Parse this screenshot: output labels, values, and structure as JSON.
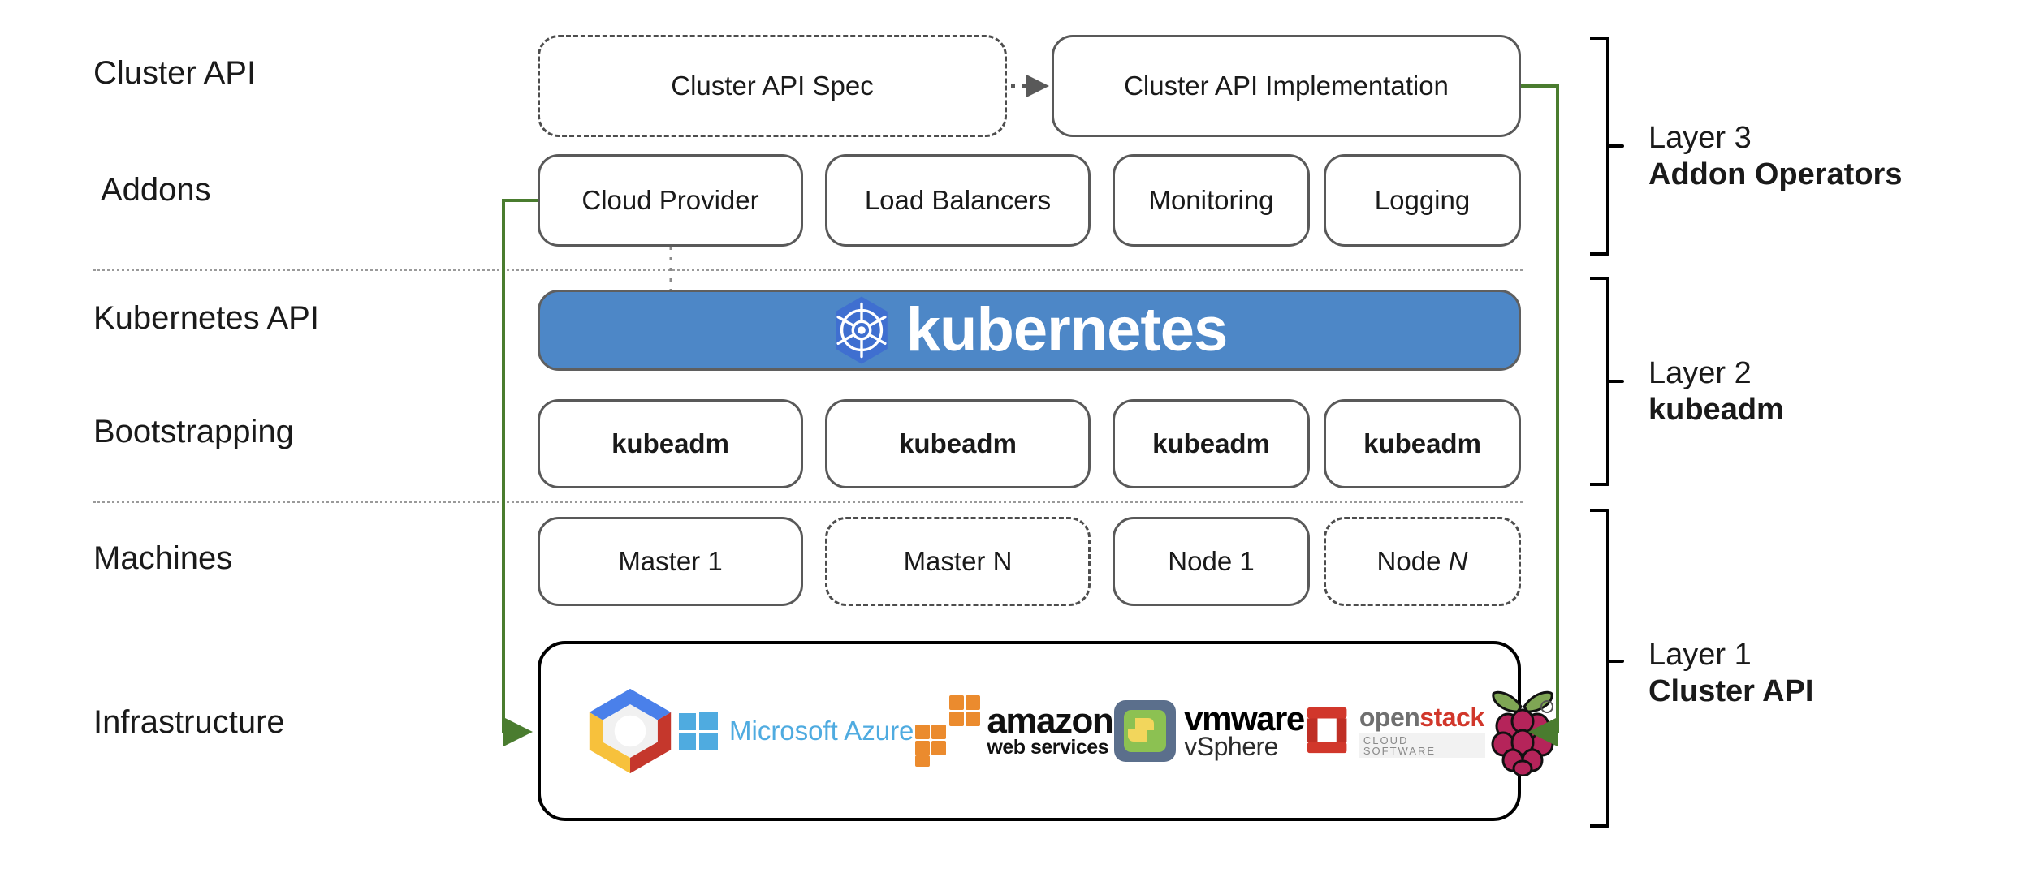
{
  "diagram": {
    "title": "Kubernetes Cluster API layered architecture",
    "accent_green": "#4a7c2f",
    "k8s_blue": "#4d87c7",
    "k8s_logo_blue": "#3f6fd0"
  },
  "row_labels": [
    {
      "id": "cluster-api",
      "text": "Cluster API"
    },
    {
      "id": "addons",
      "text": "Addons"
    },
    {
      "id": "kubernetes-api",
      "text": "Kubernetes API"
    },
    {
      "id": "bootstrapping",
      "text": "Bootstrapping"
    },
    {
      "id": "machines",
      "text": "Machines"
    },
    {
      "id": "infrastructure",
      "text": "Infrastructure"
    }
  ],
  "cluster_api_row": [
    {
      "id": "cluster-api-spec",
      "text": "Cluster API Spec",
      "style": "dashed"
    },
    {
      "id": "cluster-api-implementation",
      "text": "Cluster API Implementation",
      "style": "solid"
    }
  ],
  "addons_row": [
    {
      "id": "cloud-provider",
      "text": "Cloud Provider"
    },
    {
      "id": "load-balancers",
      "text": "Load Balancers"
    },
    {
      "id": "monitoring",
      "text": "Monitoring"
    },
    {
      "id": "logging",
      "text": "Logging"
    }
  ],
  "kubernetes_banner": {
    "wordmark": "kubernetes",
    "logo_icon": "kubernetes-helm-icon"
  },
  "bootstrapping_row": [
    {
      "id": "kubeadm-1",
      "text": "kubeadm"
    },
    {
      "id": "kubeadm-2",
      "text": "kubeadm"
    },
    {
      "id": "kubeadm-3",
      "text": "kubeadm"
    },
    {
      "id": "kubeadm-4",
      "text": "kubeadm"
    }
  ],
  "machines_row": [
    {
      "id": "master-1",
      "text": "Master 1",
      "style": "solid"
    },
    {
      "id": "master-n",
      "text": "Master N",
      "style": "dashed"
    },
    {
      "id": "node-1",
      "text": "Node 1",
      "style": "solid"
    },
    {
      "id": "node-n",
      "text": "Node",
      "italic_suffix": "N",
      "style": "dashed"
    }
  ],
  "infrastructure_logos": [
    {
      "id": "google-cloud",
      "name": "google-cloud-logo",
      "label": ""
    },
    {
      "id": "microsoft-azure",
      "name": "microsoft-azure-logo",
      "label": "Microsoft Azure"
    },
    {
      "id": "amazon-web-services",
      "name": "aws-logo",
      "label_top": "amazon",
      "label_bottom": "web services"
    },
    {
      "id": "vmware-vsphere",
      "name": "vmware-vsphere-logo",
      "label_top": "vmware",
      "label_bottom": "vSphere"
    },
    {
      "id": "openstack",
      "name": "openstack-logo",
      "label_top_a": "open",
      "label_top_b": "stack",
      "label_bottom": "CLOUD SOFTWARE"
    },
    {
      "id": "raspberry-pi",
      "name": "raspberry-pi-logo",
      "label": ""
    }
  ],
  "layers": [
    {
      "id": "layer-3",
      "line1": "Layer 3",
      "line2": "Addon Operators"
    },
    {
      "id": "layer-2",
      "line1": "Layer 2",
      "line2": "kubeadm"
    },
    {
      "id": "layer-1",
      "line1": "Layer 1",
      "line2": "Cluster API"
    }
  ]
}
